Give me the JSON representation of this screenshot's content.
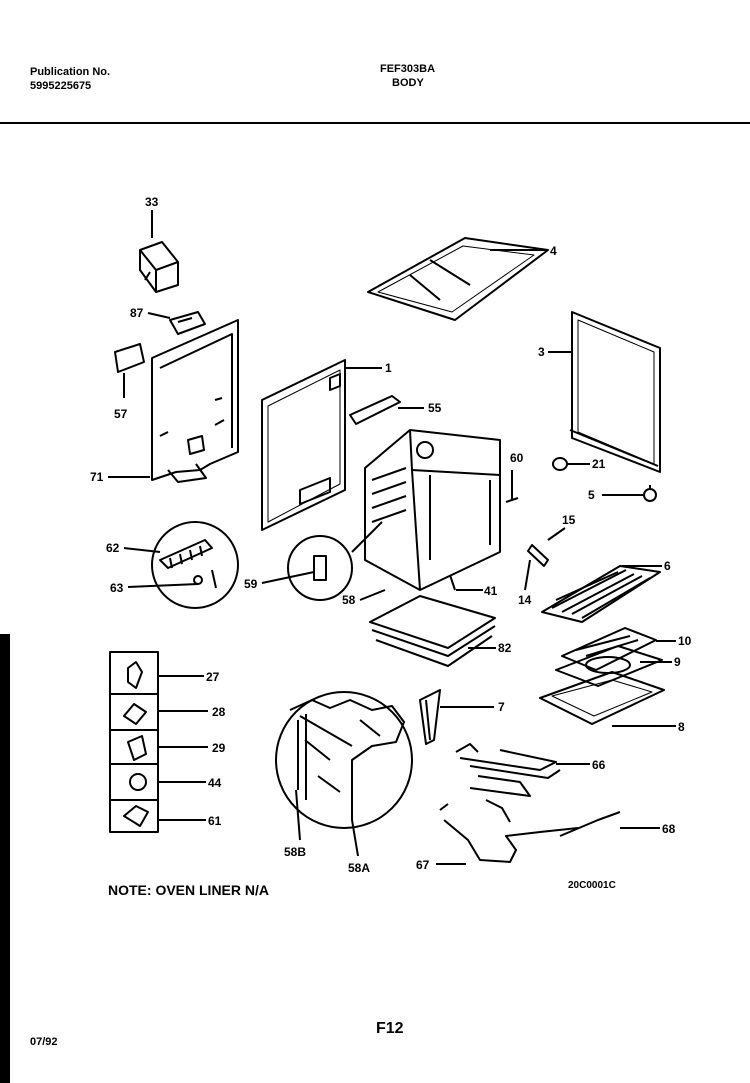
{
  "header": {
    "publication_label": "Publication No.",
    "publication_number": "5995225675",
    "model": "FEF303BA",
    "section": "BODY"
  },
  "parts": {
    "p33": "33",
    "p87": "87",
    "p57": "57",
    "p71": "71",
    "p1": "1",
    "p4": "4",
    "p3": "3",
    "p55": "55",
    "p60": "60",
    "p21": "21",
    "p5": "5",
    "p15": "15",
    "p62": "62",
    "p63": "63",
    "p59": "59",
    "p58": "58",
    "p41": "41",
    "p14": "14",
    "p6": "6",
    "p82": "82",
    "p10": "10",
    "p9": "9",
    "p8": "8",
    "p27": "27",
    "p28": "28",
    "p29": "29",
    "p44": "44",
    "p61": "61",
    "p7": "7",
    "p66": "66",
    "p58b": "58B",
    "p58a": "58A",
    "p68": "68",
    "p67": "67"
  },
  "footer": {
    "note": "NOTE: OVEN LINER N/A",
    "drawing_code": "20C0001C",
    "date": "07/92",
    "page": "F12"
  }
}
